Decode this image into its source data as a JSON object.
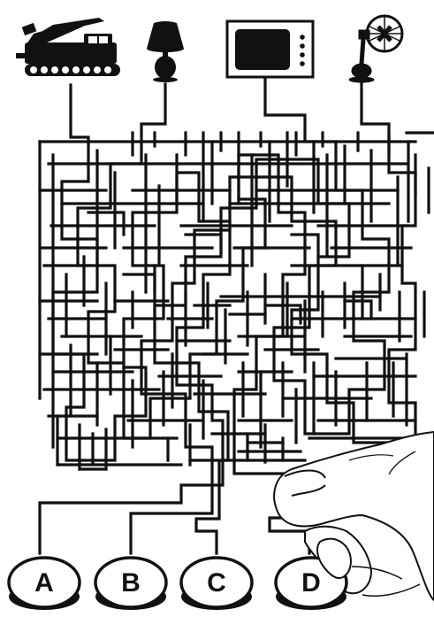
{
  "puzzle": {
    "devices": [
      {
        "name": "rocket-launcher-vehicle"
      },
      {
        "name": "table-lamp"
      },
      {
        "name": "television"
      },
      {
        "name": "electric-fan"
      }
    ],
    "buttons": [
      {
        "label": "A"
      },
      {
        "label": "B"
      },
      {
        "label": "C"
      },
      {
        "label": "D"
      }
    ]
  }
}
